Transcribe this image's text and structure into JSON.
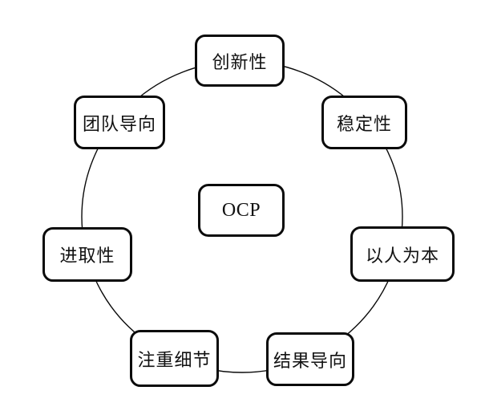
{
  "diagram": {
    "title": "OCP organizational culture profile cycle diagram",
    "center": {
      "label": "OCP"
    },
    "nodes": [
      {
        "id": "innovation",
        "label": "创新性"
      },
      {
        "id": "stability",
        "label": "稳定性"
      },
      {
        "id": "people-oriented",
        "label": "以人为本"
      },
      {
        "id": "results-oriented",
        "label": "结果导向"
      },
      {
        "id": "attention-to-detail",
        "label": "注重细节"
      },
      {
        "id": "enterprising",
        "label": "进取性"
      },
      {
        "id": "team-oriented",
        "label": "团队导向"
      }
    ],
    "colors": {
      "stroke": "#0a0a0a",
      "node_fill": "#ffffff",
      "background": "#ffffff"
    }
  }
}
